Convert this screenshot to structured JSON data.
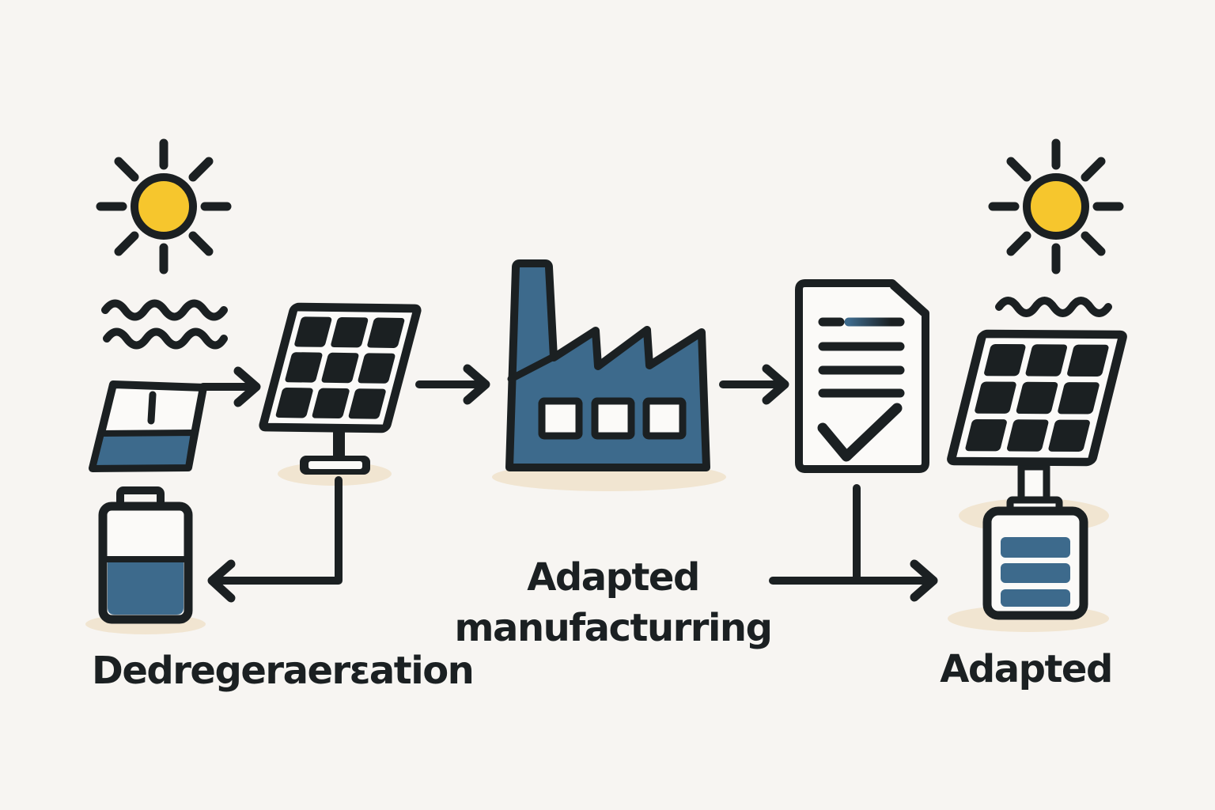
{
  "palette": {
    "bg": "#F7F5F2",
    "ink": "#1B2022",
    "blue": "#3D6A8C",
    "yellow": "#F6C62D",
    "beige": "#F1E5D1",
    "paper": "#FBFAF8"
  },
  "labels": {
    "left_caption": "Dedregeraerεation",
    "center_caption_line1": "Adapted",
    "center_caption_line2": "manufacturring",
    "right_caption": "Adapted"
  },
  "icons": {
    "sun_left": "sun-icon",
    "heat_waves_left": "heat-waves-icon",
    "raw_panel_left": "tilted-panel-icon",
    "battery_left": "battery-half-icon",
    "solar_panel_center": "solar-panel-icon",
    "factory": "factory-icon",
    "document": "checklist-document-icon",
    "sun_right": "sun-icon",
    "heat_wave_right": "heat-waves-icon",
    "solar_panel_battery_right": "solar-panel-battery-icon",
    "flow_arrows": "arrow-icon"
  }
}
